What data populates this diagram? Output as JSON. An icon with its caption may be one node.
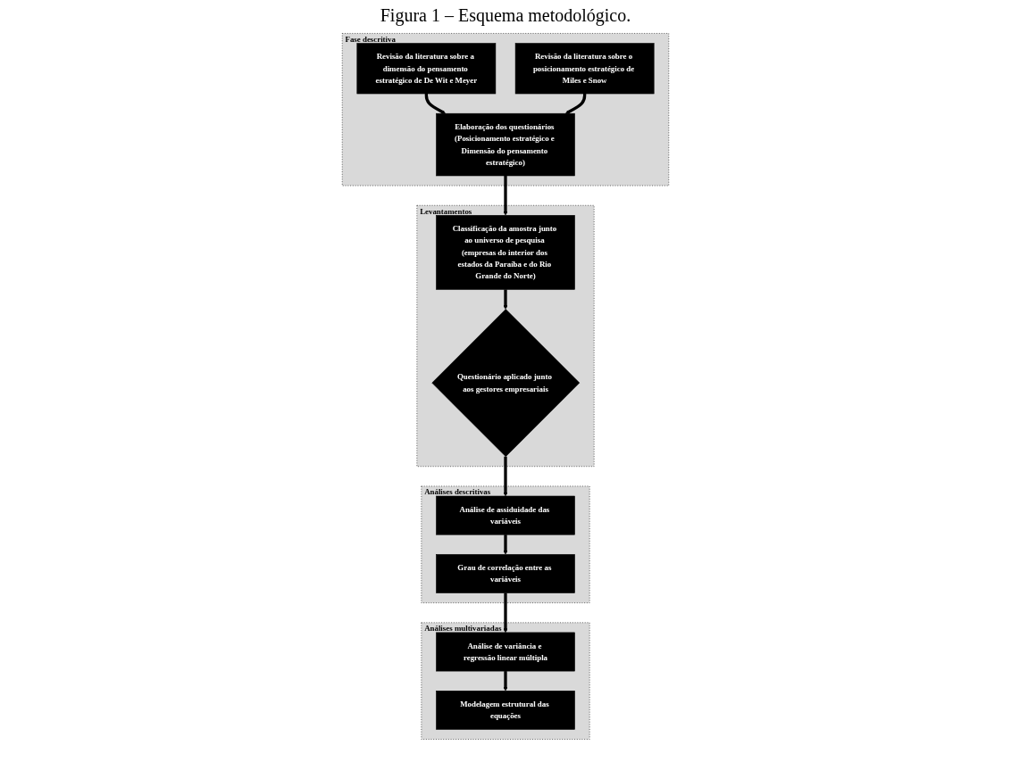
{
  "diagram": {
    "title": "Figura 1 – Esquema metodológico.",
    "nodes": [
      {
        "text": [
          "Fase descritiva"
        ]
      },
      {
        "text": [
          "Revisão da literatura sobre a dimensão do pensamento estratégico de De Wit e Meyer"
        ],
        "in": 0
      },
      {
        "text": [
          "Elaboração dos questionários (Posicionamento estratégico e Dimensão do pensamento estratégico)"
        ],
        "in": 0
      },
      {
        "text": [
          "Revisão da literatura sobre o posicionamento estratégico de Miles e Snow"
        ],
        "in": 0
      },
      {
        "text": [
          "Levantamentos"
        ]
      },
      {
        "text": [
          "Classificação da amostra junto ao universo de pesquisa (empresas do interior dos estados da Paraíba e do Rio Grande do Norte)"
        ],
        "in": 4
      },
      {
        "text": [
          "Questionário aplicado junto aos gestores empresariais"
        ],
        "in": 4
      },
      {
        "text": [
          "Análises descritivas"
        ]
      },
      {
        "text": [
          "Análise de assiduidade das variáveis"
        ],
        "in": 7
      },
      {
        "text": [
          "Grau de correlação entre as variáveis"
        ],
        "in": 7
      },
      {
        "text": [
          "Análises multivariadas"
        ]
      },
      {
        "text": [
          "Análise de variância e regressão linear múltipla"
        ],
        "in": 10
      },
      {
        "text": [
          "Modelagem estrutural das equações"
        ],
        "in": 10
      }
    ],
    "edges": [
      {
        "from": 1,
        "to": 2,
        "arrow": "to"
      },
      {
        "from": 3,
        "to": 2,
        "arrow": "to"
      },
      {
        "from": 2,
        "to": 5,
        "arrow": "to"
      },
      {
        "from": 5,
        "to": 6,
        "arrow": "to"
      },
      {
        "from": 6,
        "to": 8,
        "arrow": "to"
      },
      {
        "from": 8,
        "to": 9,
        "arrow": "to"
      },
      {
        "from": 9,
        "to": 11,
        "arrow": "to"
      },
      {
        "from": 11,
        "to": 12,
        "arrow": "to"
      }
    ]
  }
}
